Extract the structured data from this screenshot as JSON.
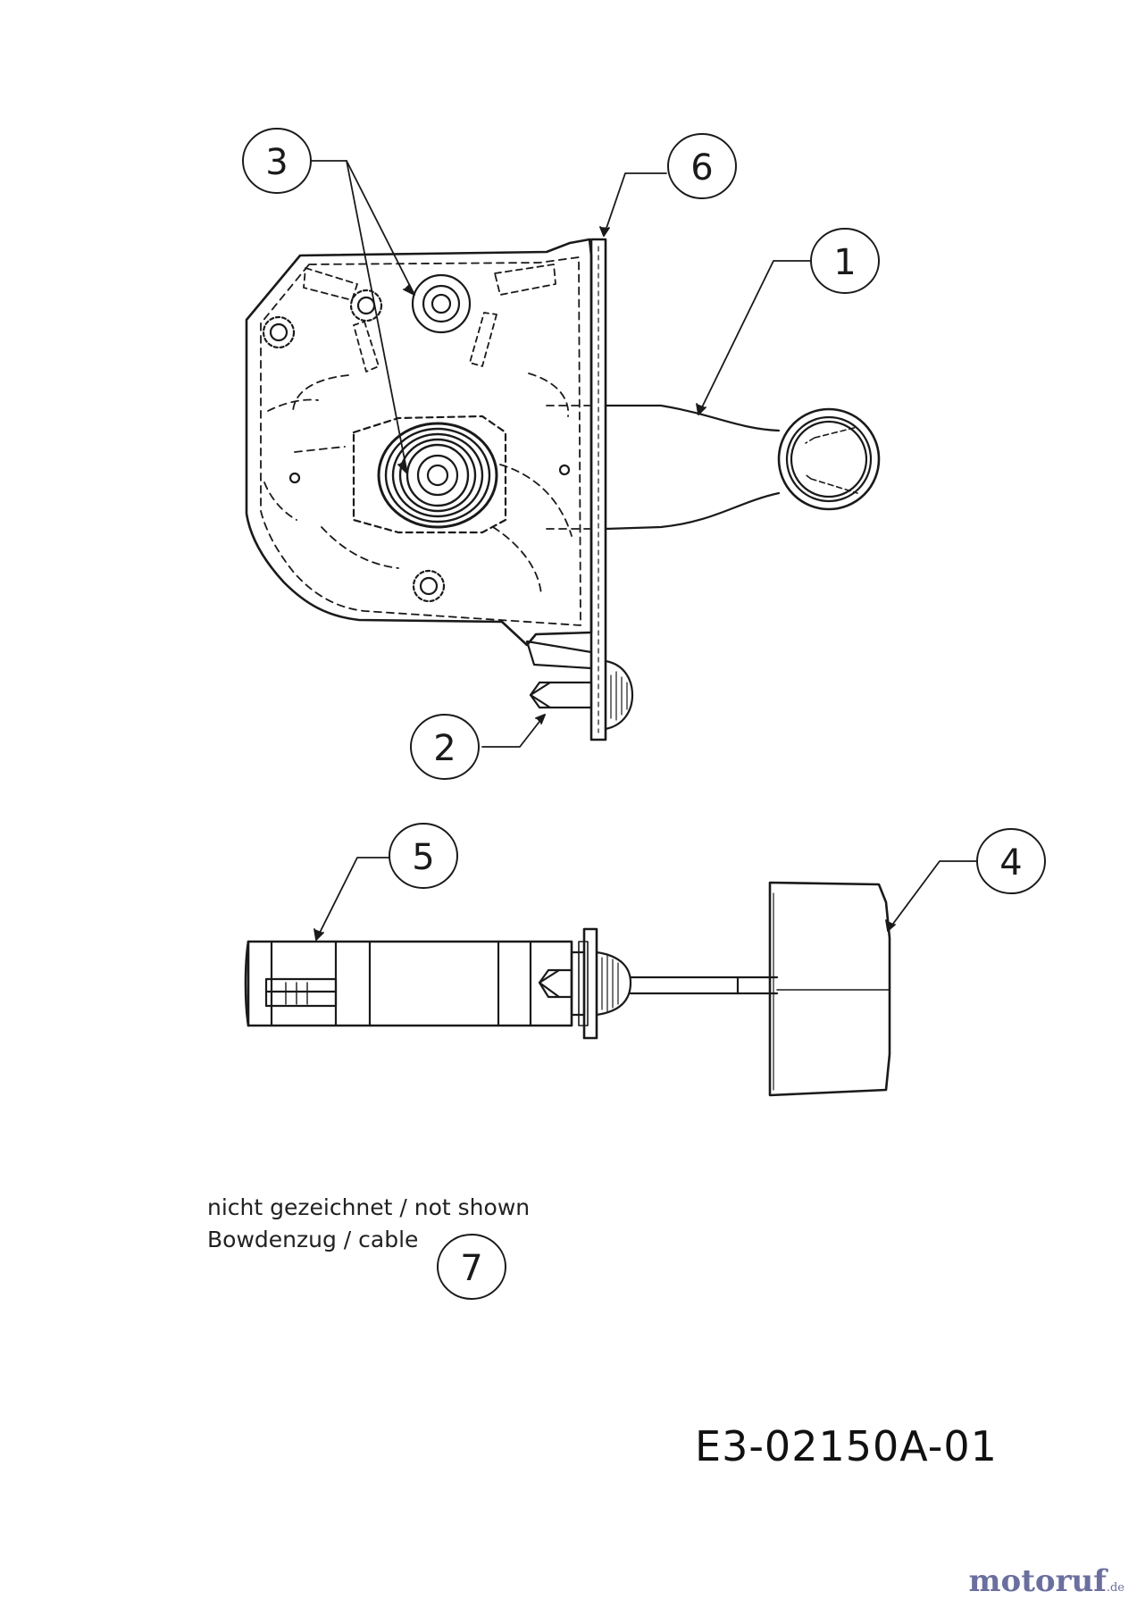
{
  "callouts": [
    {
      "id": "callout-1",
      "label": "1"
    },
    {
      "id": "callout-2",
      "label": "2"
    },
    {
      "id": "callout-3",
      "label": "3"
    },
    {
      "id": "callout-4",
      "label": "4"
    },
    {
      "id": "callout-5",
      "label": "5"
    },
    {
      "id": "callout-6",
      "label": "6"
    },
    {
      "id": "callout-7",
      "label": "7"
    }
  ],
  "notes": {
    "line1": "nicht gezeichnet / not shown",
    "line2": "Bowdenzug / cable"
  },
  "drawing_code": "E3-02150A-01",
  "watermark": {
    "main": "motoruf",
    "suffix": ".de"
  },
  "colors": {
    "ink": "#1a1a1a",
    "watermark": "#6b6f9e",
    "background": "#ffffff"
  }
}
